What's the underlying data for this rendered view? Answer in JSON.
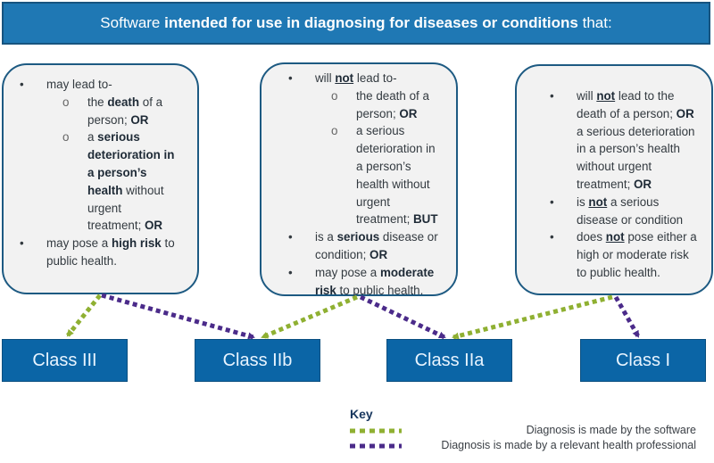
{
  "header": {
    "pre": "Software ",
    "bold": "intended for use in diagnosing for diseases or conditions",
    "post": " that:"
  },
  "boxes": [
    {
      "b1": {
        "a": "may lead to-"
      },
      "s1": {
        "a": "the ",
        "b": "death",
        "c": " of a",
        "d": "person; ",
        "e": "OR"
      },
      "s2": {
        "a": "a ",
        "b": "serious",
        "c": "deterioration in",
        "d": "a person’s",
        "e": "health",
        "f": " without",
        "g": "urgent",
        "h": "treatment; ",
        "i": "OR"
      },
      "b2": {
        "a": "may pose a ",
        "b": "high risk",
        "c": " to",
        "d": "public health."
      }
    },
    {
      "b1": {
        "a": "will ",
        "b": "not",
        "c": " lead to-"
      },
      "s1": {
        "a": "the death of a",
        "b": "person; ",
        "c": "OR"
      },
      "s2": {
        "a": "a serious",
        "b": "deterioration in",
        "c": "a person’s",
        "d": "health without",
        "e": "urgent",
        "f": "treatment; ",
        "g": "BUT"
      },
      "b2": {
        "a": "is a ",
        "b": "serious",
        "c": " disease or",
        "d": "condition; ",
        "e": "OR"
      },
      "b3": {
        "a": "may pose a ",
        "b": "moderate",
        "c": "risk",
        "d": " to public health."
      }
    },
    {
      "b1": {
        "a": "will ",
        "b": "not",
        "c": " lead to the",
        "d": "death of a person; ",
        "e": "OR",
        "f": "a serious deterioration",
        "g": "in a person’s health",
        "h": "without urgent",
        "i": "treatment; ",
        "j": "OR"
      },
      "b2": {
        "a": "is ",
        "b": "not",
        "c": " a serious",
        "d": "disease or condition"
      },
      "b3": {
        "a": "does ",
        "b": "not",
        "c": " pose either a",
        "d": "high or moderate risk",
        "e": "to public health."
      }
    }
  ],
  "classes": [
    "Class III",
    "Class IIb",
    "Class IIa",
    "Class I"
  ],
  "key": {
    "title": "Key",
    "software": "Diagnosis is made by the software",
    "professional": "Diagnosis is made by a relevant health professional"
  },
  "colors": {
    "software": "#8fb032",
    "professional": "#4b2b8a",
    "class_box": "#0b65a6",
    "header": "#1f78b4"
  }
}
